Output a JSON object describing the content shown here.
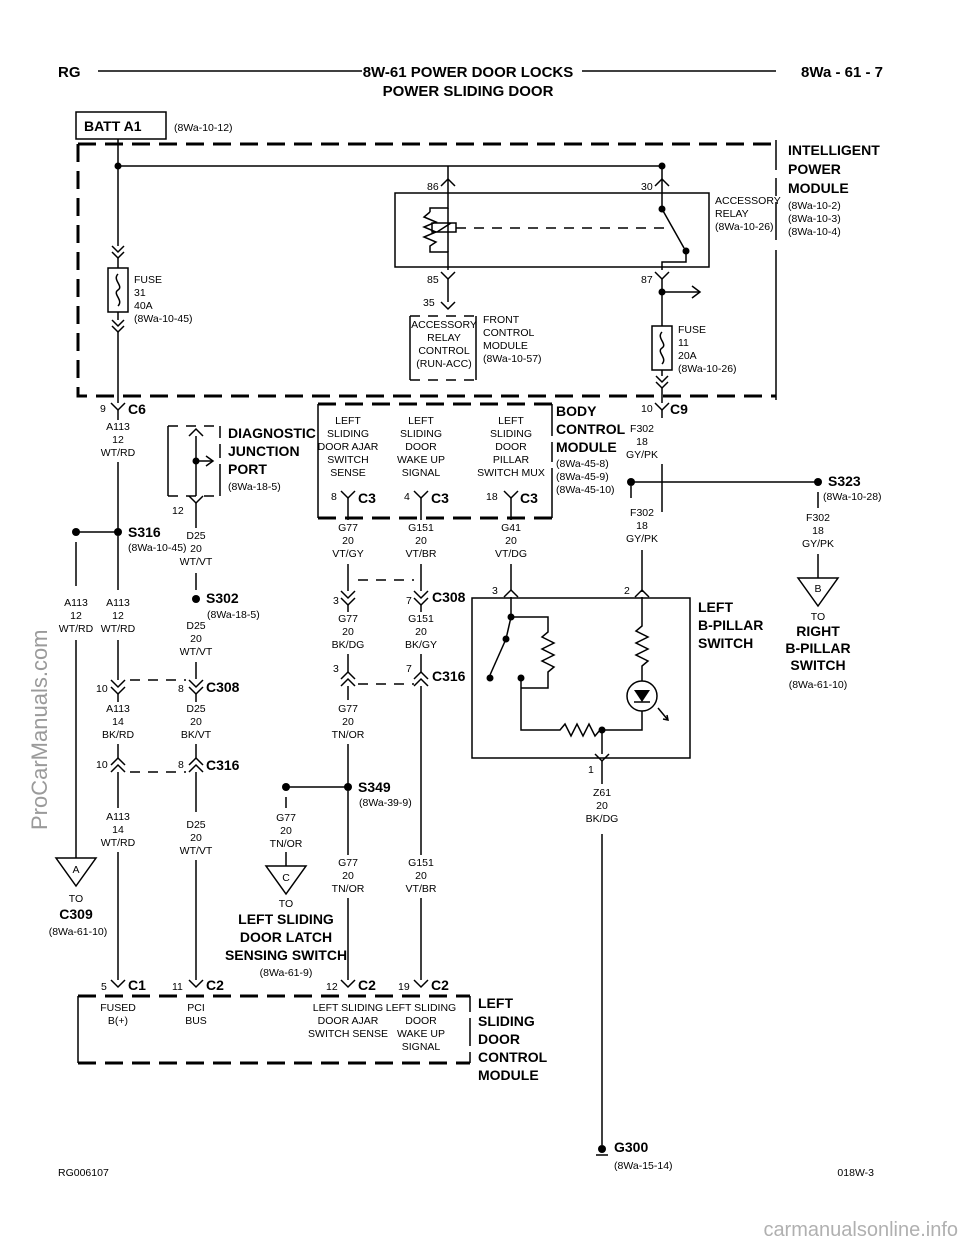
{
  "header": {
    "left": "RG",
    "title_line1": "8W-61 POWER DOOR LOCKS",
    "title_line2": "POWER SLIDING DOOR",
    "right": "8Wa - 61 - 7"
  },
  "footer": {
    "left": "RG006107",
    "right": "018W-3"
  },
  "watermarks": {
    "side": "ProCarManuals.com",
    "bottom": "carmanualsonline.info"
  },
  "batt": {
    "label": "BATT A1",
    "ref": "(8Wa-10-12)"
  },
  "ipm": {
    "title": [
      "INTELLIGENT",
      "POWER",
      "MODULE"
    ],
    "refs": [
      "(8Wa-10-2)",
      "(8Wa-10-3)",
      "(8Wa-10-4)"
    ],
    "relay": [
      "ACCESSORY",
      "RELAY",
      "(8Wa-10-26)"
    ],
    "pins": {
      "p86": "86",
      "p30": "30",
      "p85": "85",
      "p87": "87"
    },
    "fuse31": [
      "FUSE",
      "31",
      "40A",
      "(8Wa-10-45)"
    ],
    "fuse11": [
      "FUSE",
      "11",
      "20A",
      "(8Wa-10-26)"
    ]
  },
  "fcm": {
    "pin": "35",
    "box": [
      "ACCESSORY",
      "RELAY",
      "CONTROL",
      "(RUN-ACC)"
    ],
    "label": [
      "FRONT",
      "CONTROL",
      "MODULE",
      "(8Wa-10-57)"
    ]
  },
  "c6": {
    "name": "C6",
    "pin": "9"
  },
  "c9": {
    "name": "C9",
    "pin": "10"
  },
  "bcm": {
    "title": [
      "BODY",
      "CONTROL",
      "MODULE"
    ],
    "refs": [
      "(8Wa-45-8)",
      "(8Wa-45-9)",
      "(8Wa-45-10)"
    ],
    "col1": [
      "LEFT",
      "SLIDING",
      "DOOR AJAR",
      "SWITCH",
      "SENSE"
    ],
    "col2": [
      "LEFT",
      "SLIDING",
      "DOOR",
      "WAKE UP",
      "SIGNAL"
    ],
    "col3": [
      "LEFT",
      "SLIDING",
      "DOOR",
      "PILLAR",
      "SWITCH MUX"
    ],
    "pins": [
      "8",
      "4",
      "18"
    ],
    "conn": "C3"
  },
  "djp": {
    "title": [
      "DIAGNOSTIC",
      "JUNCTION",
      "PORT"
    ],
    "ref": "(8Wa-18-5)",
    "pin": "12"
  },
  "wires": {
    "a113_top": [
      "A113",
      "12",
      "WT/RD"
    ],
    "f302_a": [
      "F302",
      "18",
      "GY/PK"
    ],
    "f302_b": [
      "F302",
      "18",
      "GY/PK"
    ],
    "f302_c": [
      "F302",
      "18",
      "GY/PK"
    ],
    "d25_a": [
      "D25",
      "20",
      "WT/VT"
    ],
    "d25_b": [
      "D25",
      "20",
      "WT/VT"
    ],
    "d25_c": [
      "D25",
      "20",
      "BK/VT"
    ],
    "d25_d": [
      "D25",
      "20",
      "WT/VT"
    ],
    "a113_l": [
      "A113",
      "12",
      "WT/RD"
    ],
    "a113_r": [
      "A113",
      "12",
      "WT/RD"
    ],
    "a113_c": [
      "A113",
      "14",
      "BK/RD"
    ],
    "a113_d": [
      "A113",
      "14",
      "WT/RD"
    ],
    "g77_a": [
      "G77",
      "20",
      "VT/GY"
    ],
    "g151_a": [
      "G151",
      "20",
      "VT/BR"
    ],
    "g41": [
      "G41",
      "20",
      "VT/DG"
    ],
    "g77_b": [
      "G77",
      "20",
      "BK/DG"
    ],
    "g151_b": [
      "G151",
      "20",
      "BK/GY"
    ],
    "g77_c": [
      "G77",
      "20",
      "TN/OR"
    ],
    "g77_d": [
      "G77",
      "20",
      "TN/OR"
    ],
    "g77_e": [
      "G77",
      "20",
      "TN/OR"
    ],
    "g151_c": [
      "G151",
      "20",
      "VT/BR"
    ],
    "z61": [
      "Z61",
      "20",
      "BK/DG"
    ]
  },
  "splices": {
    "s316": {
      "name": "S316",
      "ref": "(8Wa-10-45)"
    },
    "s302": {
      "name": "S302",
      "ref": "(8Wa-18-5)"
    },
    "s323": {
      "name": "S323",
      "ref": "(8Wa-10-28)"
    },
    "s349": {
      "name": "S349",
      "ref": "(8Wa-39-9)"
    }
  },
  "c308": {
    "name": "C308",
    "pins": {
      "a113": "10",
      "d25": "8",
      "g77": "3",
      "g151": "7"
    }
  },
  "c316": {
    "name": "C316",
    "pins": {
      "a113": "10",
      "d25": "8",
      "g77": "3",
      "g151": "7"
    }
  },
  "bpillar_left": {
    "title": [
      "LEFT",
      "B-PILLAR",
      "SWITCH"
    ],
    "pins": {
      "p3": "3",
      "p2": "2",
      "p1": "1"
    }
  },
  "bpillar_right": {
    "letter": "B",
    "to": "TO",
    "title": [
      "RIGHT",
      "B-PILLAR",
      "SWITCH"
    ],
    "ref": "(8Wa-61-10)"
  },
  "to_c309": {
    "letter": "A",
    "to": "TO",
    "title": "C309",
    "ref": "(8Wa-61-10)"
  },
  "to_latch": {
    "letter": "C",
    "to": "TO",
    "title": [
      "LEFT SLIDING",
      "DOOR LATCH",
      "SENSING SWITCH"
    ],
    "ref": "(8Wa-61-9)"
  },
  "lsdcm": {
    "title": [
      "LEFT",
      "SLIDING",
      "DOOR",
      "CONTROL",
      "MODULE"
    ],
    "c1": {
      "name": "C1",
      "pin": "5"
    },
    "c2a": {
      "name": "C2",
      "pin": "11"
    },
    "c2b": {
      "name": "C2",
      "pin": "12"
    },
    "c2c": {
      "name": "C2",
      "pin": "19"
    },
    "fused": [
      "FUSED",
      "B(+)"
    ],
    "pci": [
      "PCI",
      "BUS"
    ],
    "ajar": [
      "LEFT SLIDING",
      "DOOR AJAR",
      "SWITCH SENSE"
    ],
    "wake": [
      "LEFT SLIDING",
      "DOOR",
      "WAKE UP",
      "SIGNAL"
    ]
  },
  "ground": {
    "name": "G300",
    "ref": "(8Wa-15-14)"
  }
}
